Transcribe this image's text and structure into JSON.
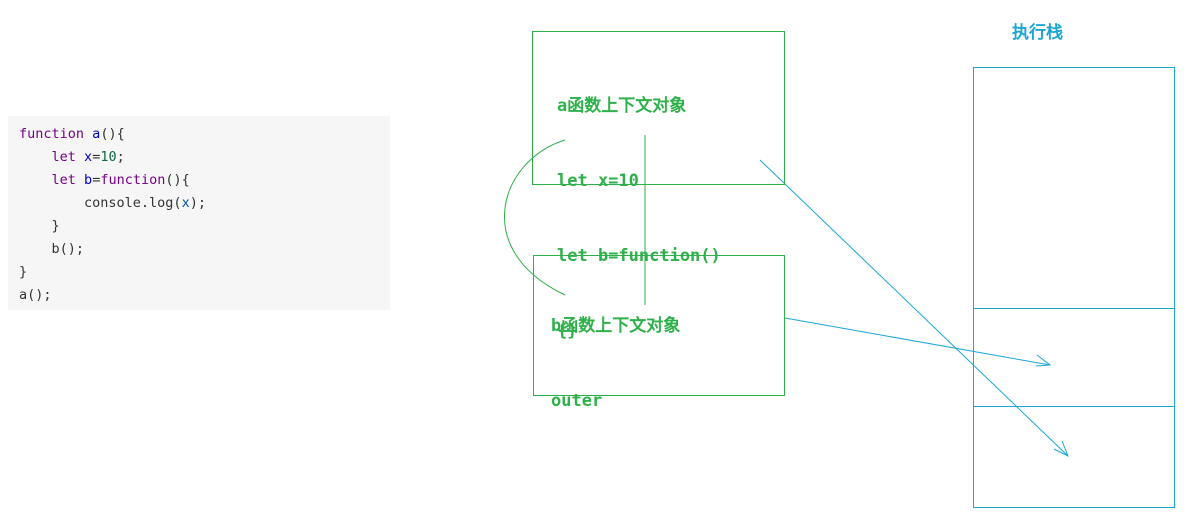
{
  "code": {
    "lines": [
      [
        {
          "t": "function",
          "c": "kw"
        },
        {
          "t": " ",
          "c": "id"
        },
        {
          "t": "a",
          "c": "fn"
        },
        {
          "t": "(){",
          "c": "id"
        }
      ],
      [
        {
          "t": "    ",
          "c": "id"
        },
        {
          "t": "let",
          "c": "kw"
        },
        {
          "t": " ",
          "c": "id"
        },
        {
          "t": "x",
          "c": "fn"
        },
        {
          "t": "=",
          "c": "id"
        },
        {
          "t": "10",
          "c": "nm"
        },
        {
          "t": ";",
          "c": "id"
        }
      ],
      [
        {
          "t": "    ",
          "c": "id"
        },
        {
          "t": "let",
          "c": "kw"
        },
        {
          "t": " ",
          "c": "id"
        },
        {
          "t": "b",
          "c": "fn"
        },
        {
          "t": "=",
          "c": "id"
        },
        {
          "t": "function",
          "c": "kw"
        },
        {
          "t": "(){",
          "c": "id"
        }
      ],
      [
        {
          "t": "        console.log(",
          "c": "id"
        },
        {
          "t": "x",
          "c": "vr"
        },
        {
          "t": ");",
          "c": "id"
        }
      ],
      [
        {
          "t": "    }",
          "c": "id"
        }
      ],
      [
        {
          "t": "    b();",
          "c": "id"
        }
      ],
      [
        {
          "t": "}",
          "c": "id"
        }
      ],
      [
        {
          "t": "a();",
          "c": "id"
        }
      ]
    ]
  },
  "context_a": {
    "title": "a函数上下文对象",
    "line1": "let x=10",
    "line2": "let b=function()",
    "line3": "{}"
  },
  "context_b": {
    "title": "b函数上下文对象",
    "line1": "outer"
  },
  "stack": {
    "title": "执行栈"
  },
  "colors": {
    "context": "#2eb04a",
    "stack": "#1ca6d6"
  }
}
